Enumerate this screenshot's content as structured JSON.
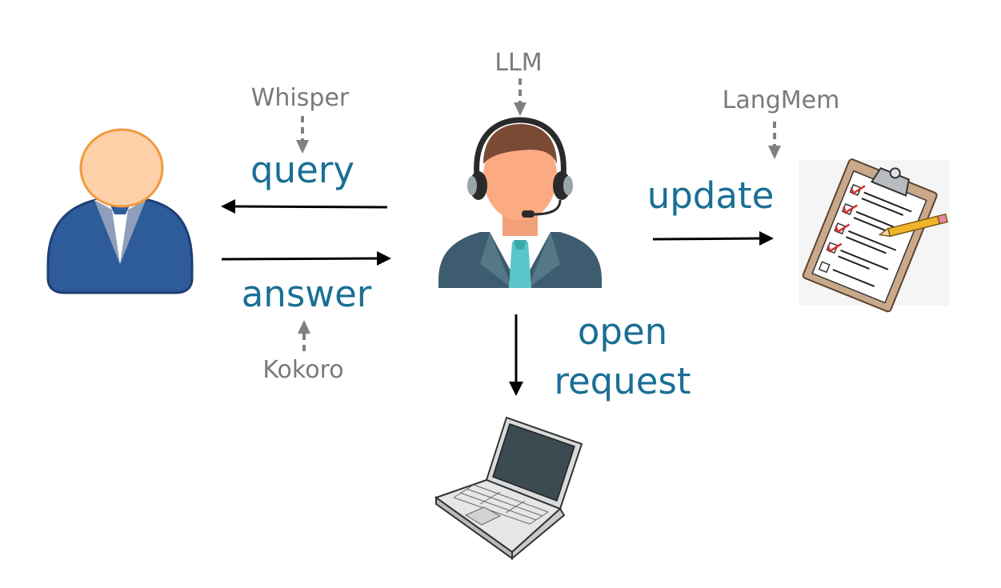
{
  "labels": {
    "llm": "LLM",
    "whisper": "Whisper",
    "langmem": "LangMem",
    "kokoro": "Kokoro",
    "query": "query",
    "answer": "answer",
    "update": "update",
    "open": "open",
    "request": "request"
  },
  "icons": {
    "user": "user-icon",
    "agent": "headset-agent-icon",
    "notes": "clipboard-checklist-icon",
    "laptop": "laptop-icon"
  },
  "colors": {
    "label_gray": "#7a7a7a",
    "label_blue": "#1a6f94",
    "arrow_black": "#000000",
    "dashed_gray": "#808080"
  }
}
